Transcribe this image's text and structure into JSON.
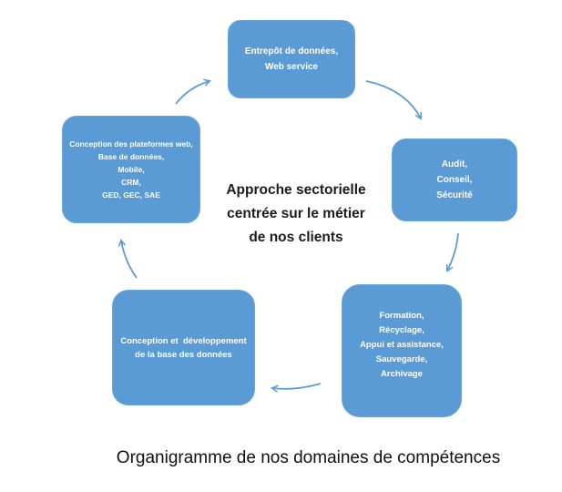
{
  "diagram": {
    "center": {
      "lines": [
        "Approche sectorielle",
        "centrée sur le métier",
        "de nos clients"
      ]
    },
    "nodes": {
      "top": {
        "lines": [
          "Entrepôt de données,",
          "Web service"
        ]
      },
      "right_upper": {
        "lines": [
          "Audit,",
          "Conseil,",
          "Sécurité"
        ]
      },
      "right_lower": {
        "lines": [
          "Formation,",
          "Récyclage,",
          "Appui et assistance,",
          "Sauvegarde,",
          "Archivage"
        ]
      },
      "left_lower": {
        "lines": [
          "Conception et  développement",
          "de la base des données"
        ]
      },
      "left_upper": {
        "lines": [
          "Conception des plateformes web,",
          "Base de données,",
          "Mobile,",
          "CRM,",
          "GED, GEC, SAE"
        ]
      }
    },
    "caption": "Organigramme de nos domaines de compétences",
    "colors": {
      "node_fill": "#5b9bd5",
      "node_text": "#ffffff",
      "arrow": "#5b9bd5",
      "center_text": "#1c1c1c",
      "caption_text": "#111111",
      "background": "#ffffff"
    }
  }
}
